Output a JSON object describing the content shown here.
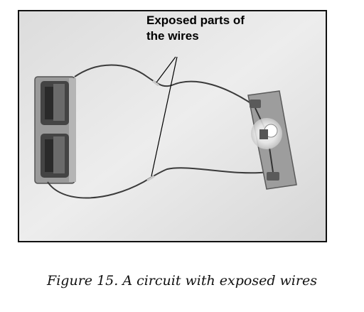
{
  "figure": {
    "annotation_line_1": "Exposed parts of",
    "annotation_line_2": "the wires",
    "caption": "Figure 15. A circuit with exposed wires"
  },
  "colors": {
    "frame_border": "#111111",
    "photo_background": "#e9e9e9",
    "wire": "#3a3a3a"
  },
  "icons": {
    "battery": "battery-icon",
    "bulb": "light-bulb-icon"
  }
}
